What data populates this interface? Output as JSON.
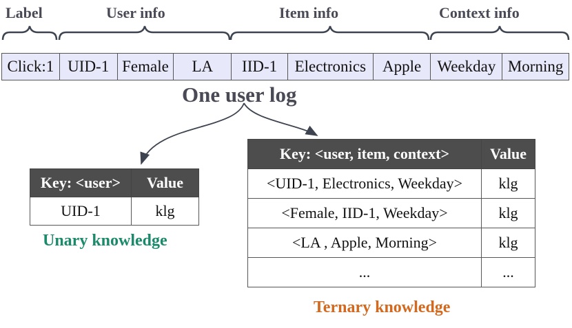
{
  "groups": {
    "label": "Label",
    "user": "User info",
    "item": "Item info",
    "context": "Context info"
  },
  "log_cells": [
    "Click:1",
    "UID-1",
    "Female",
    "LA",
    "IID-1",
    "Electronics",
    "Apple",
    "Weekday",
    "Morning"
  ],
  "log_caption": "One user log",
  "unary": {
    "headers": [
      "Key: <user>",
      "Value"
    ],
    "rows": [
      [
        "UID-1",
        "klg"
      ]
    ],
    "caption": "Unary knowledge"
  },
  "ternary": {
    "headers": [
      "Key: <user, item, context>",
      "Value"
    ],
    "rows": [
      [
        "<UID-1, Electronics, Weekday>",
        "klg"
      ],
      [
        "<Female, IID-1, Weekday>",
        "klg"
      ],
      [
        "<LA , Apple, Morning>",
        "klg"
      ],
      [
        "...",
        "..."
      ]
    ],
    "caption": "Ternary knowledge"
  },
  "colors": {
    "cell_fill": "#e8e8fb",
    "header_fill": "#4d4d4d",
    "unary_caption": "#1a8a6a",
    "ternary_caption": "#d2691e",
    "label_text": "#4a4a56"
  }
}
